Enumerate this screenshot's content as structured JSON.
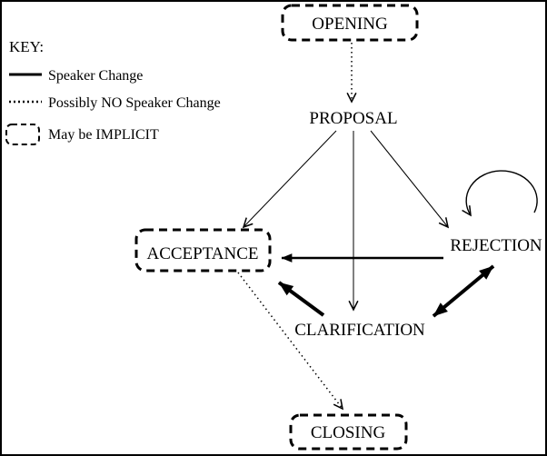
{
  "canvas": {
    "background_color": "#ffffff",
    "ink_color": "#000000",
    "border_color": "#000000"
  },
  "key": {
    "title": "KEY:",
    "items": [
      {
        "sample": "solid-line",
        "label": "Speaker Change"
      },
      {
        "sample": "dotted-line",
        "label": "Possibly NO Speaker Change"
      },
      {
        "sample": "dashed-box",
        "label": "May be IMPLICIT"
      }
    ]
  },
  "nodes": [
    {
      "id": "opening",
      "label": "OPENING",
      "boxed": true
    },
    {
      "id": "proposal",
      "label": "PROPOSAL",
      "boxed": false
    },
    {
      "id": "acceptance",
      "label": "ACCEPTANCE",
      "boxed": true
    },
    {
      "id": "rejection",
      "label": "REJECTION",
      "boxed": false
    },
    {
      "id": "clarification",
      "label": "CLARIFICATION",
      "boxed": false
    },
    {
      "id": "closing",
      "label": "CLOSING",
      "boxed": true
    }
  ],
  "edges": [
    {
      "from": "OPENING",
      "to": "PROPOSAL",
      "style": "dotted-thin",
      "arrow": "open"
    },
    {
      "from": "PROPOSAL",
      "to": "ACCEPTANCE",
      "style": "solid-thin",
      "arrow": "open"
    },
    {
      "from": "PROPOSAL",
      "to": "CLARIFICATION",
      "style": "solid-thin",
      "arrow": "open"
    },
    {
      "from": "PROPOSAL",
      "to": "REJECTION",
      "style": "solid-thin",
      "arrow": "open"
    },
    {
      "from": "REJECTION",
      "to": "REJECTION",
      "style": "solid-thin-loop",
      "arrow": "open"
    },
    {
      "from": "REJECTION",
      "to": "ACCEPTANCE",
      "style": "solid-medium",
      "arrow": "filled"
    },
    {
      "from": "CLARIFICATION",
      "to": "ACCEPTANCE",
      "style": "solid-thick",
      "arrow": "filled"
    },
    {
      "from": "CLARIFICATION",
      "to": "REJECTION",
      "style": "solid-thick",
      "arrow": "filled",
      "bidirectional": true
    },
    {
      "from": "ACCEPTANCE",
      "to": "CLOSING",
      "style": "dotted-thin",
      "arrow": "open"
    }
  ]
}
